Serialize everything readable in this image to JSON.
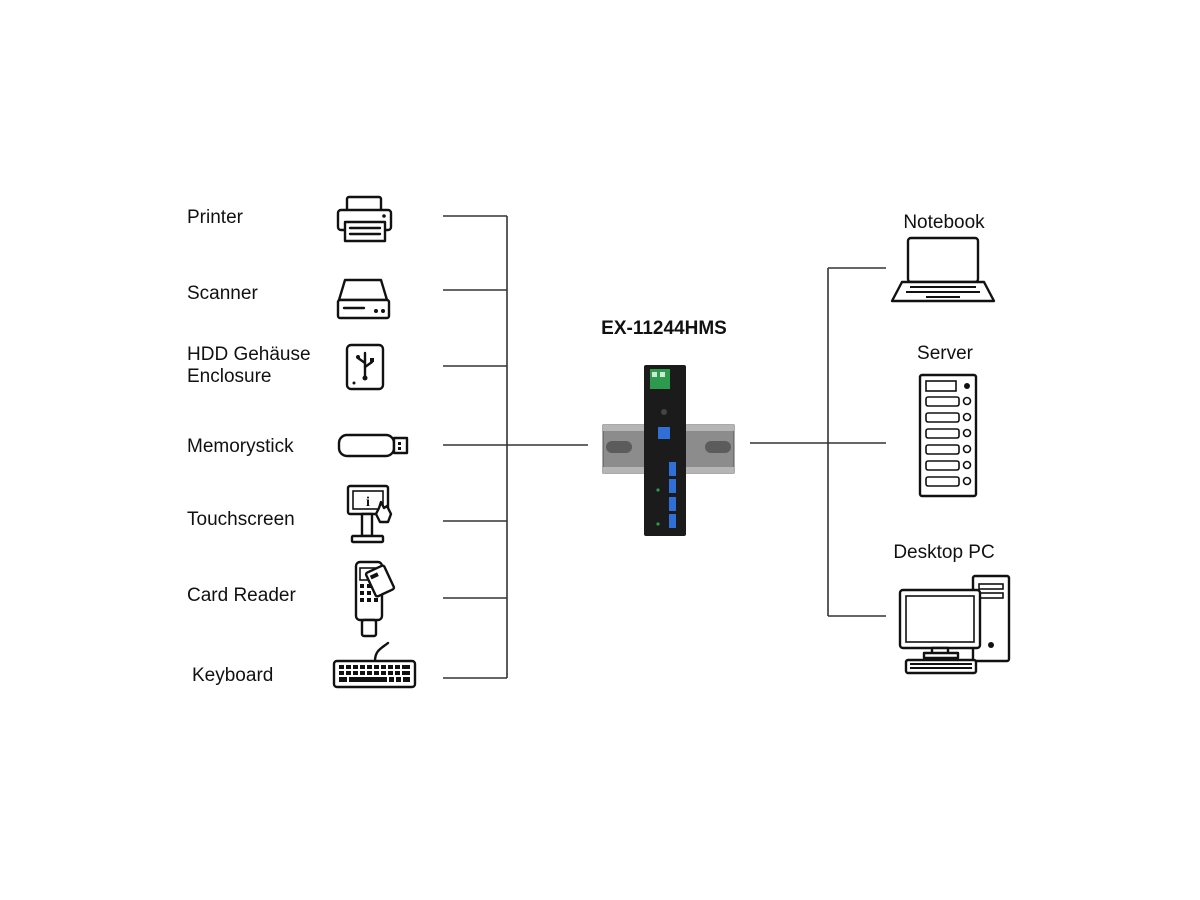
{
  "diagram": {
    "device": {
      "name": "EX-11244HMS"
    },
    "peripherals": [
      {
        "label": "Printer",
        "icon": "printer-icon"
      },
      {
        "label": "Scanner",
        "icon": "scanner-icon"
      },
      {
        "label": "HDD Gehäuse",
        "label2": "Enclosure",
        "icon": "usb-hdd-icon"
      },
      {
        "label": "Memorystick",
        "icon": "usb-stick-icon"
      },
      {
        "label": "Touchscreen",
        "icon": "touchscreen-kiosk-icon"
      },
      {
        "label": "Card Reader",
        "icon": "card-reader-icon"
      },
      {
        "label": "Keyboard",
        "icon": "keyboard-icon"
      }
    ],
    "hosts": [
      {
        "label": "Notebook",
        "icon": "notebook-icon"
      },
      {
        "label": "Server",
        "icon": "server-icon"
      },
      {
        "label": "Desktop PC",
        "icon": "desktop-pc-icon"
      }
    ],
    "colors": {
      "line": "#333333",
      "icon": "#111111",
      "hub": "#1b1b1b",
      "rail": "#8c8c8c",
      "port": "#2f6fd6",
      "terminal": "#2e9a4e"
    }
  }
}
